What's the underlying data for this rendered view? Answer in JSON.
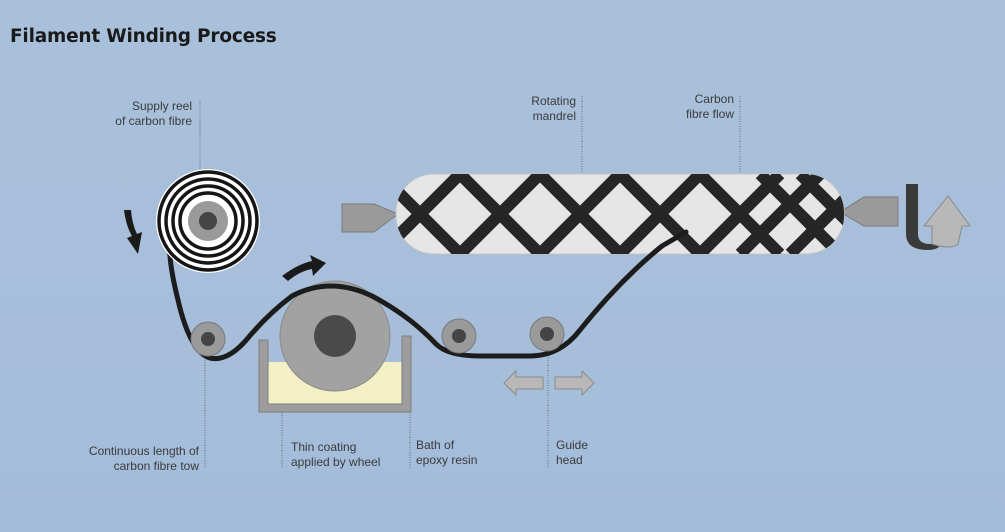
{
  "title": "Filament Winding Process",
  "labels": {
    "supply_reel": [
      "Supply reel",
      "of carbon fibre"
    ],
    "rotating_mandrel": [
      "Rotating",
      "mandrel"
    ],
    "carbon_fibre_flow": [
      "Carbon",
      "fibre flow"
    ],
    "continuous_length": [
      "Continuous length of",
      "carbon fibre tow"
    ],
    "thin_coating": [
      "Thin coating",
      "applied by wheel"
    ],
    "bath": [
      "Bath of",
      "epoxy resin"
    ],
    "guide_head": [
      "Guide",
      "head"
    ]
  },
  "colors": {
    "background": "#a8bfda",
    "fibre": "#1c1c1c",
    "roller": "#9a9a9a",
    "roller_hub": "#4a4a4a",
    "resin": "#f2f0c4",
    "mandrel": "#e6e6e6",
    "arrow_light": "#b8b8b8"
  }
}
